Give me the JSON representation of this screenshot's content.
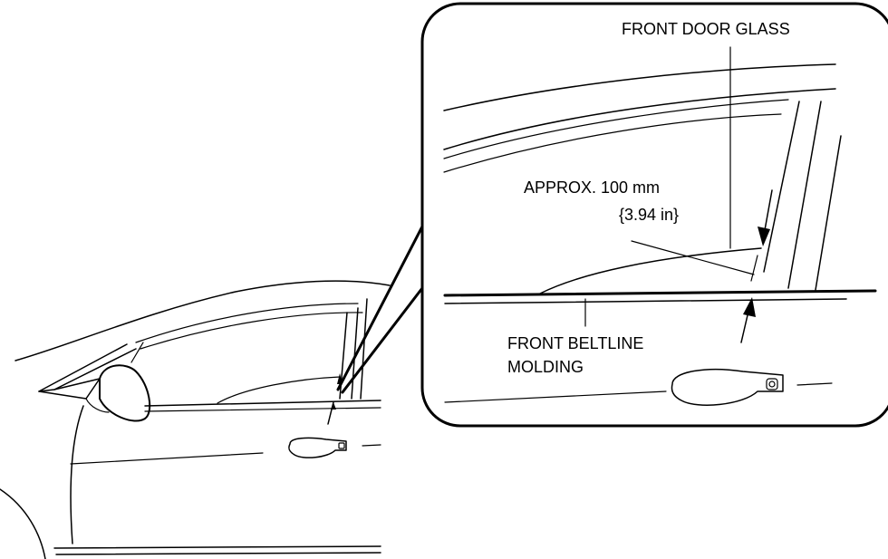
{
  "labels": {
    "front_door_glass": "FRONT DOOR GLASS",
    "approx_line1": "APPROX. 100 mm",
    "approx_line2": "{3.94 in}",
    "front_beltline_line1": "FRONT BELTLINE",
    "front_beltline_line2": "MOLDING"
  },
  "icons": {
    "dimension_arrow": "arrow-icon"
  }
}
